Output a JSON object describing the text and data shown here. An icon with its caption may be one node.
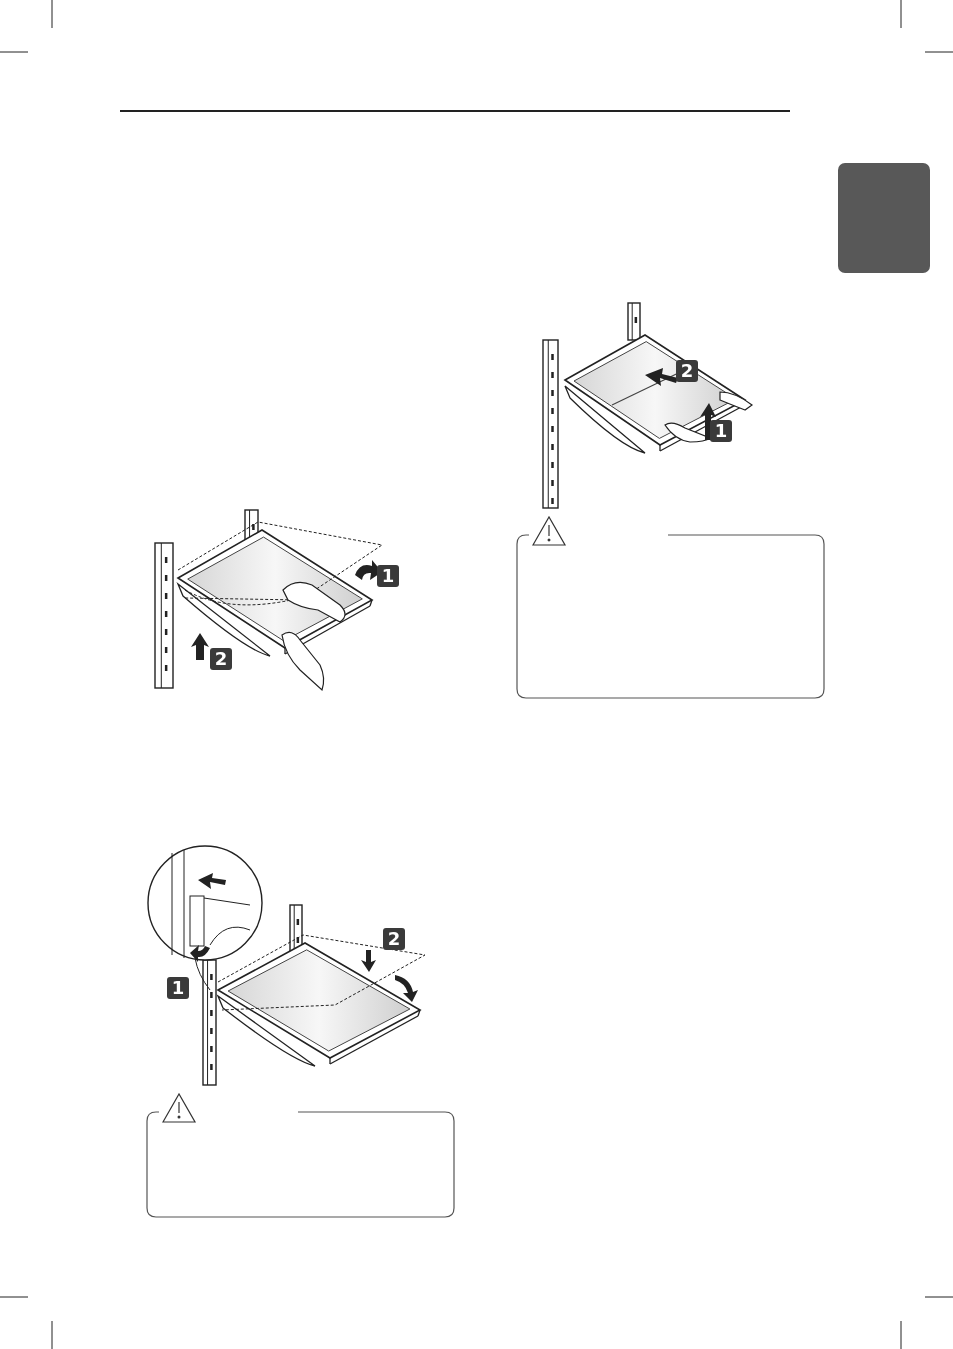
{
  "diagram": {
    "nodes": [
      {
        "text": [],
        "shape": "box"
      }
    ],
    "labels": [
      "1",
      "2",
      "1",
      "2",
      "2",
      "1"
    ]
  }
}
